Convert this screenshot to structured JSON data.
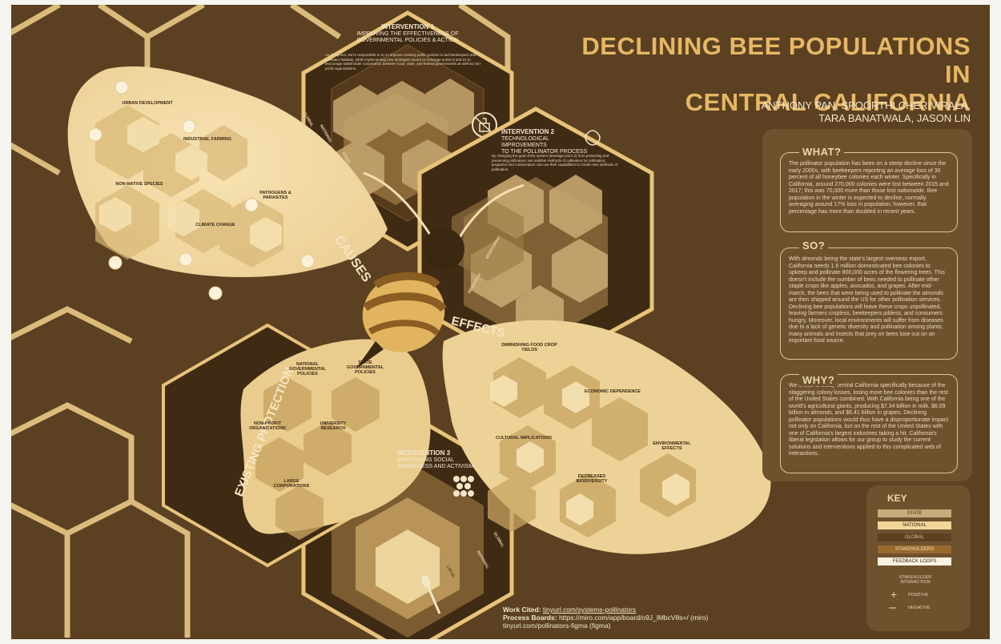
{
  "poster": {
    "title_line1": "DECLINING BEE POPULATIONS IN",
    "title_line2": "CENTRAL CALIFORNIA",
    "authors_line1": "ANTHONY PAN, SPOORTHI CHERIVIRALA,",
    "authors_line2": "TARA BANATWALA, JASON LIN"
  },
  "sections": {
    "what": {
      "heading": "WHAT?",
      "body": "The pollinator population has been on a steep decline since the early 2000s, with beekeepers reporting an average loss of 30 percent of all honeybee colonies each winter. Specifically in California, around 270,000 colonies were lost between 2015 and 2017; this was 70,000 more than those lost nationwide. Bee population in the winter is expected to decline, normally averaging around 17% loss in population; however, that percentage has more than doubled in recent years."
    },
    "so": {
      "heading": "SO?",
      "body": "With almonds being the state's largest overseas export, California needs 1.6 million domesticated bee colonies to upkeep and pollinate 800,000 acres of the flowering trees. This doesn't include the number of bees needed to pollinate other staple crops like apples, avocados, and grapes. After mid-march, the bees that were being used to pollinate the almonds are then shipped around the US for other pollination services. Declining bee populations will leave these crops unpollinated, leaving farmers cropless, beekeepers jobless, and consumers hungry. Moreover, local environments will suffer from diseases due to a lack of genetic diversity and pollination among plants; many animals and insects that prey on bees lose out on an important food source."
    },
    "why": {
      "heading": "WHY?",
      "body": "We chose to study central California specifically because of the staggering colony losses, losing more bee colonies than the rest of the United States combined. With California being one of the world's agricultural giants, producing $7.34 billion in milk, $6.09 billion in almonds, and $6.41 billion in grapes. Declining pollinator populations would thus have a disproportionate impact not only on California, but on the rest of the United States with one of California's largest industries taking a hit. California's liberal legislation allows for our group to study the current solutions and interventions applied to this complicated web of interactions."
    }
  },
  "key": {
    "heading": "KEY",
    "items": [
      "STATE",
      "NATIONAL",
      "GLOBAL",
      "STAKEHOLDERS",
      "FEEDBACK LOOPS"
    ],
    "item_colors": [
      "#c7ac7b",
      "#f1d69a",
      "#5a4120",
      "#9a6a2c",
      "#fbf3e0"
    ],
    "item_text_colors": [
      "#3a2a14",
      "#3a2a14",
      "#d8c39c",
      "#f4e3c2",
      "#3a2a14"
    ],
    "interaction_label": "STAKEHOLDER INTERACTION",
    "positive_label": "POSITIVE",
    "negative_label": "NEGATIVE"
  },
  "labels": {
    "causes": "CAUSES",
    "effects": "EFFECTS",
    "existing_protection": "EXISTING PROTECTION",
    "global": "GLOBAL",
    "national": "NATIONAL",
    "state": "STATE",
    "research": "RESEARCH",
    "monitoring": "MONITORING",
    "local": "LOCAL"
  },
  "interventions": {
    "one": {
      "number": "INTERVENTION 1",
      "line1": "IMPROVING THE EFFECTIVENESS OF",
      "line2": "GOVERNMENTAL POLICIES & ACTION",
      "intro": "As designers, we're responsible to try to improve existing public policies to aid beekeepers and pollinator habitats, while implementing new strategies based on leverage points 8 and 12 to encourage stakeholder cooperation between local, state, and federal governments as well as non-profit organizations."
    },
    "two": {
      "number": "INTERVENTION 2",
      "line1": "TECHNOLOGICAL IMPROVEMENTS",
      "line2": "TO THE POLLINATOR PROCESS",
      "intro": "By changing the goal of the system (leverage point 3) from protecting and preserving pollinators, we redefine methods of cultivation for pollination, programs and conservation can use their capabilities to create new methods of pollination."
    },
    "three": {
      "number": "INTERVENTION 3",
      "line1": "INCREASING SOCIAL",
      "line2": "AWARENESS AND ACTIVISM"
    }
  },
  "causes": [
    "URBAN DEVELOPMENT",
    "INDUSTRIAL FARMING",
    "NON-NATIVE SPECIES",
    "PATHOGENS & PARASITES",
    "CLIMATE CHANGE"
  ],
  "effects": [
    "DIMINISHING FOOD CROP YIELDS",
    "ECONOMIC DEPENDENCE",
    "CULTURAL IMPLICATIONS",
    "ENVIRONMENTAL EFFECTS",
    "DECREASED BIODIVERSITY"
  ],
  "protection": [
    "NATIONAL GOVERNMENTAL POLICIES",
    "STATE GOVERNMENTAL POLICIES",
    "NON-PROFIT ORGANIZATIONS",
    "UNIVERSITY RESEARCH",
    "LARGE CORPORATIONS"
  ],
  "footer": {
    "work_cited_label": "Work Cited:",
    "work_cited_link": "tinyurl.com/systems-pollinators",
    "process_label": "Process Boards:",
    "process_link": "https://miro.com/app/board/o9J_lMbcV8s=/ (miro)",
    "figma_link": "tinyurl.com/pollinators-figma (figma)"
  }
}
